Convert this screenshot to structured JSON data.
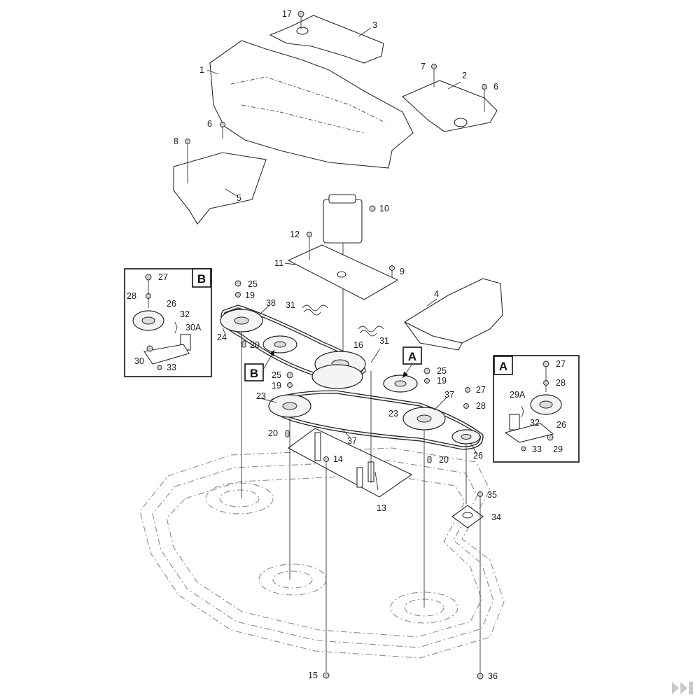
{
  "labels": {
    "p1": "1",
    "p2": "2",
    "p3": "3",
    "p4": "4",
    "p5": "5",
    "p6a": "6",
    "p6b": "6",
    "p7": "7",
    "p8": "8",
    "p9": "9",
    "p10": "10",
    "p11": "11",
    "p12": "12",
    "p13": "13",
    "p14": "14",
    "p15": "15",
    "p16": "16",
    "p17": "17",
    "p19a": "19",
    "p19b": "19",
    "p19c": "19",
    "p20a": "20",
    "p20b": "20",
    "p20c": "20",
    "p23a": "23",
    "p23b": "23",
    "p24": "24",
    "p25a": "25",
    "p25b": "25",
    "p25c": "25",
    "p26a": "26",
    "p26b": "26",
    "p26c": "26",
    "p27a": "27",
    "p27b": "27",
    "p27c": "27",
    "p28a": "28",
    "p28b": "28",
    "p28c": "28",
    "p29": "29",
    "p29A": "29A",
    "p30": "30",
    "p30A": "30A",
    "p31a": "31",
    "p31b": "31",
    "p32a": "32",
    "p32b": "32",
    "p33a": "33",
    "p33b": "33",
    "p34": "34",
    "p35": "35",
    "p36": "36",
    "p37a": "37",
    "p37b": "37",
    "p38": "38"
  },
  "insets": {
    "a_letter": "A",
    "b_letter": "B",
    "a_tag": "A",
    "b_tag": "B"
  },
  "colors": {
    "line": "#2a2a2a",
    "deck": "#8a8a8a",
    "logo": "#c9c9c9"
  }
}
